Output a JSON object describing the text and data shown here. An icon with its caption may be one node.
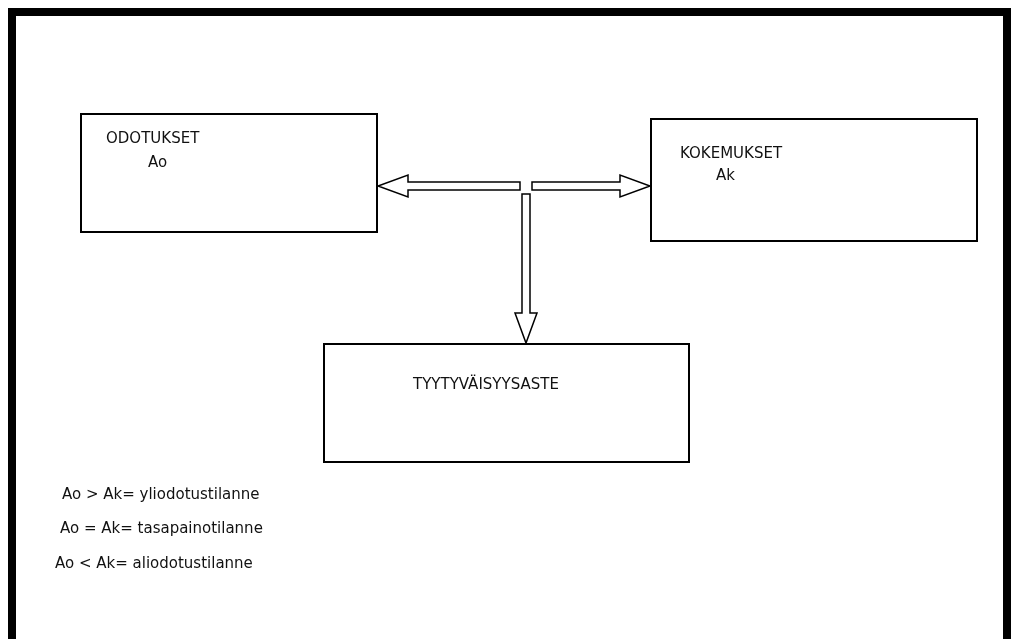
{
  "diagram": {
    "nodes": [
      {
        "text": [
          "ODOTUKSET",
          "Ao"
        ]
      },
      {
        "text": [
          "KOKEMUKSET",
          "Ak"
        ]
      },
      {
        "text": [
          "TYYTYVÄISYYSASTE"
        ]
      }
    ],
    "edges": [
      {
        "from": null,
        "to": 0,
        "arrow": "to"
      },
      {
        "from": null,
        "to": 1,
        "arrow": "to"
      },
      {
        "from": null,
        "to": 2,
        "arrow": "to"
      }
    ],
    "labels": [
      "Ao > Ak= yliodotustilanne",
      "Ao = Ak= tasapainotilanne",
      "Ao < Ak= aliodotustilanne"
    ]
  }
}
